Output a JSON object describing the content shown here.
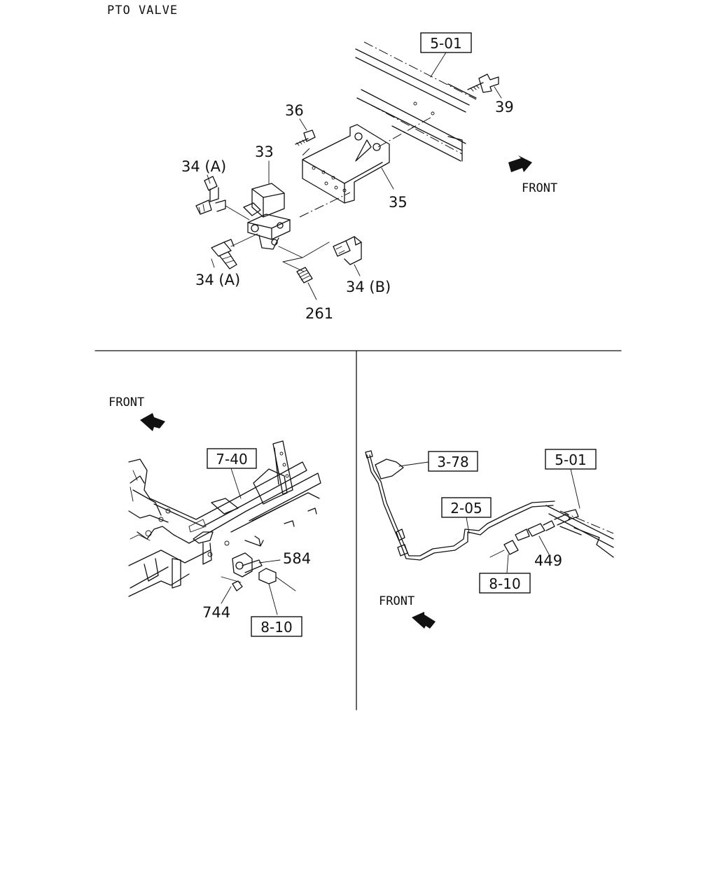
{
  "title": "PTO VALVE",
  "front_label": "FRONT",
  "top_section": {
    "ref_boxes": [
      "5-01"
    ],
    "callouts": [
      "39",
      "36",
      "33",
      "34 (A)",
      "34 (A)",
      "35",
      "34 (B)",
      "261"
    ]
  },
  "bottom_left_section": {
    "ref_boxes": [
      "7-40",
      "8-10"
    ],
    "callouts": [
      "584",
      "744"
    ]
  },
  "bottom_right_section": {
    "ref_boxes": [
      "3-78",
      "2-05",
      "5-01",
      "8-10"
    ],
    "callouts": [
      "449"
    ]
  }
}
